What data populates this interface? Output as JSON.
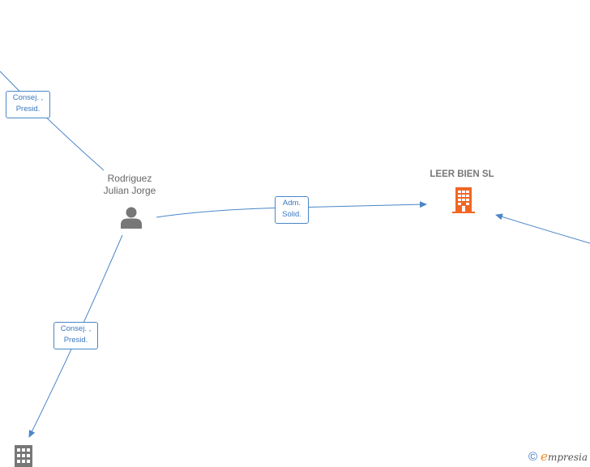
{
  "nodes": {
    "person": {
      "name_line1": "Rodriguez",
      "name_line2": "Julian Jorge",
      "icon": "person-icon"
    },
    "company_main": {
      "name": "LEER BIEN  SL",
      "icon": "building-icon",
      "color": "#f26522"
    },
    "company_bottom": {
      "icon": "building-icon",
      "color": "#777777"
    }
  },
  "edges": [
    {
      "from": "off-canvas-top-left",
      "to": "person",
      "label_line1": "Consej. ,",
      "label_line2": "Presid."
    },
    {
      "from": "person",
      "to": "company_main",
      "label_line1": "Adm.",
      "label_line2": "Solid."
    },
    {
      "from": "person",
      "to": "company_bottom",
      "label_line1": "Consej. ,",
      "label_line2": "Presid."
    },
    {
      "from": "off-canvas-right",
      "to": "company_main",
      "label_line1": "",
      "label_line2": ""
    }
  ],
  "colors": {
    "edge": "#4a86c8",
    "label_text": "#3a78c0"
  },
  "branding": {
    "copyright_symbol": "©",
    "brand_initial": "e",
    "brand_rest": "mpresia"
  }
}
